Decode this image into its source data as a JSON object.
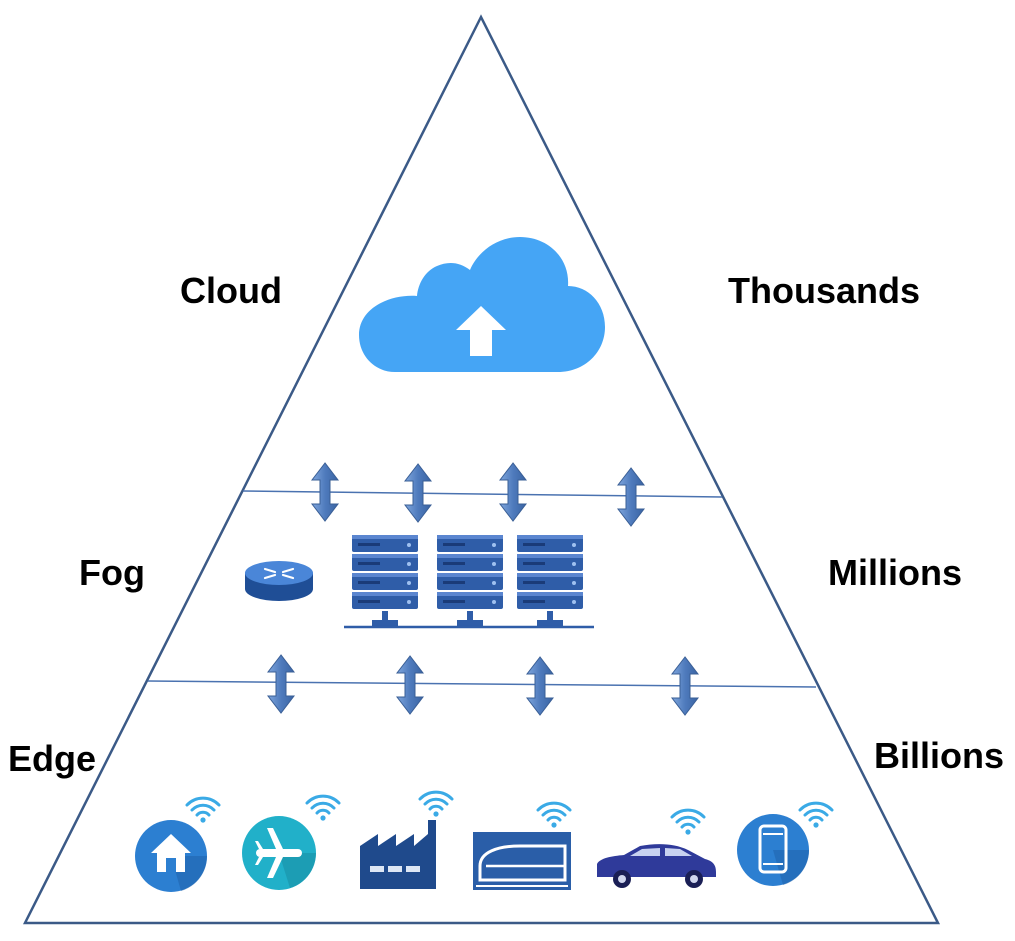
{
  "layers": [
    {
      "name": "Cloud",
      "count": "Thousands"
    },
    {
      "name": "Fog",
      "count": "Millions"
    },
    {
      "name": "Edge",
      "count": "Billions"
    }
  ],
  "colors": {
    "outline": "#3b5a87",
    "divider": "#4a72b0",
    "cloud": "#45a5f5",
    "arrow": "#5b86c4",
    "server": "#2f5da8",
    "device_blue": "#2c7fd1",
    "wifi": "#3aaae6"
  },
  "icons": {
    "cloud": "cloud-upload-icon",
    "router": "router-icon",
    "servers": "server-rack-icon",
    "edge_devices": [
      "home-icon",
      "airplane-icon",
      "factory-icon",
      "train-icon",
      "car-icon",
      "smartphone-icon"
    ]
  }
}
